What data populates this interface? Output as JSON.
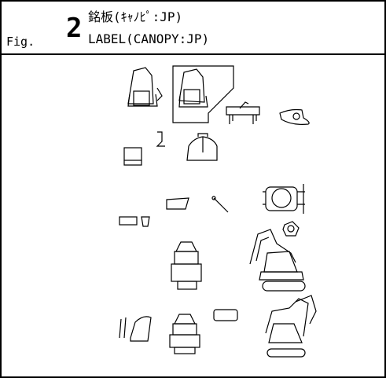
{
  "figure": {
    "prefix": "Fig.",
    "number": "2",
    "title_jp": "銘板(ｷｬﾉﾋﾟ:JP)",
    "title_en": "LABEL(CANOPY:JP)"
  },
  "parts": [
    {
      "name": "operator-seat-icon"
    },
    {
      "name": "operator-seat-highlighted-icon"
    },
    {
      "name": "control-panel-icon"
    },
    {
      "name": "lever-grip-icon"
    },
    {
      "name": "battery-box-icon"
    },
    {
      "name": "bracket-icon"
    },
    {
      "name": "canopy-top-icon"
    },
    {
      "name": "label-plate-icon"
    },
    {
      "name": "wire-rod-icon"
    },
    {
      "name": "engine-top-view-icon"
    },
    {
      "name": "small-box-icon"
    },
    {
      "name": "small-tag-icon"
    },
    {
      "name": "round-part-icon"
    },
    {
      "name": "excavator-rear-view-icon"
    },
    {
      "name": "excavator-side-view-icon"
    },
    {
      "name": "attachment-arm-icon"
    },
    {
      "name": "excavator-front-view-icon"
    },
    {
      "name": "rounded-plate-icon"
    },
    {
      "name": "excavator-side-view-2-icon"
    }
  ]
}
